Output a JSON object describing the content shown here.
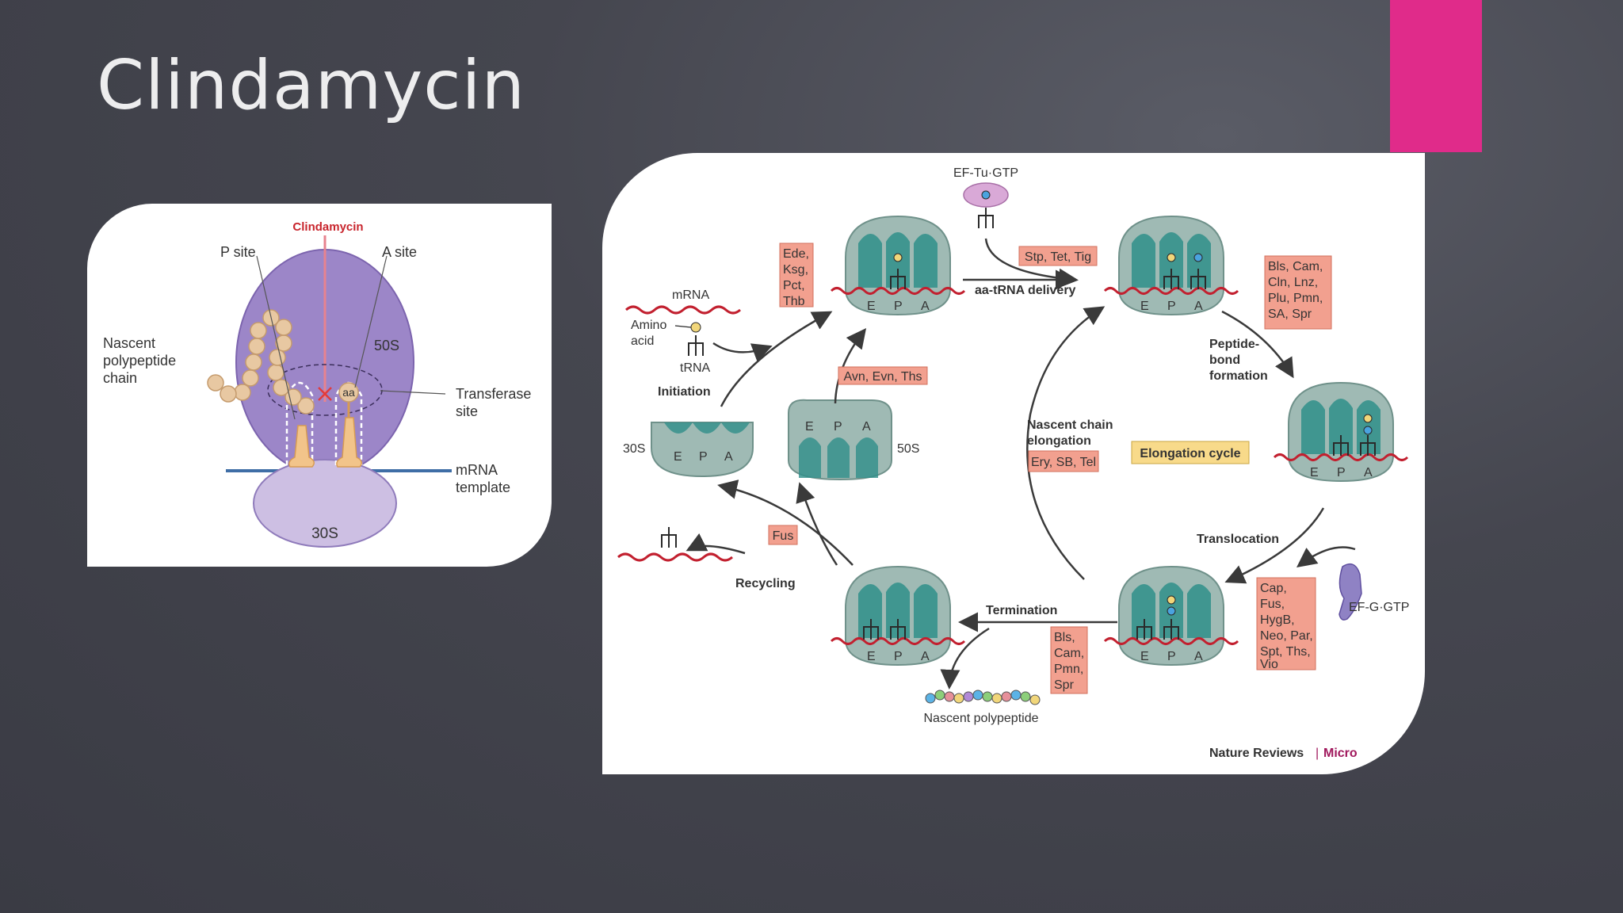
{
  "slide": {
    "title": "Clindamycin",
    "accent_color": "#e02b8a"
  },
  "left_figure": {
    "drug": "Clindamycin",
    "p_site": "P site",
    "a_site": "A site",
    "nascent": [
      "Nascent",
      "polypeptide",
      "chain"
    ],
    "large_subunit": "50S",
    "small_subunit": "30S",
    "aa": "aa",
    "transferase": [
      "Transferase",
      "site"
    ],
    "mrna": [
      "mRNA",
      "template"
    ]
  },
  "right_figure": {
    "ef_tu": "EF-Tu·GTP",
    "mrna": "mRNA",
    "amino": [
      "Amino",
      "acid"
    ],
    "trna": "tRNA",
    "initiation": "Initiation",
    "box_ede": [
      "Ede,",
      "Ksg,",
      "Pct,",
      "Thb"
    ],
    "box_stp": "Stp, Tet, Tig",
    "aa_trna_delivery": "aa-tRNA delivery",
    "box_bls": [
      "Bls, Cam,",
      "Cln, Lnz,",
      "Plu, Pmn,",
      "SA, Spr"
    ],
    "peptide_bond": [
      "Peptide-",
      "bond",
      "formation"
    ],
    "box_avn": "Avn, Evn, Ths",
    "sub30": "30S",
    "sub50": "50S",
    "site_e": "E",
    "site_p": "P",
    "site_a": "A",
    "nascent_chain": [
      "Nascent chain",
      "elongation"
    ],
    "box_ery": "Ery, SB, Tel",
    "elongation_cycle": "Elongation cycle",
    "translocation": "Translocation",
    "box_fus": "Fus",
    "recycling": "Recycling",
    "termination": "Termination",
    "box_cap": [
      "Cap,",
      "Fus,",
      "HygB,",
      "Neo, Par,",
      "Spt, Ths,",
      "Vio"
    ],
    "ef_g": "EF-G·GTP",
    "box_bls2": [
      "Bls,",
      "Cam,",
      "Pmn,",
      "Spr"
    ],
    "nascent_polypeptide": "Nascent polypeptide",
    "credit_source": "Nature Reviews",
    "credit_sep": "|",
    "credit_journal": "Micro"
  }
}
